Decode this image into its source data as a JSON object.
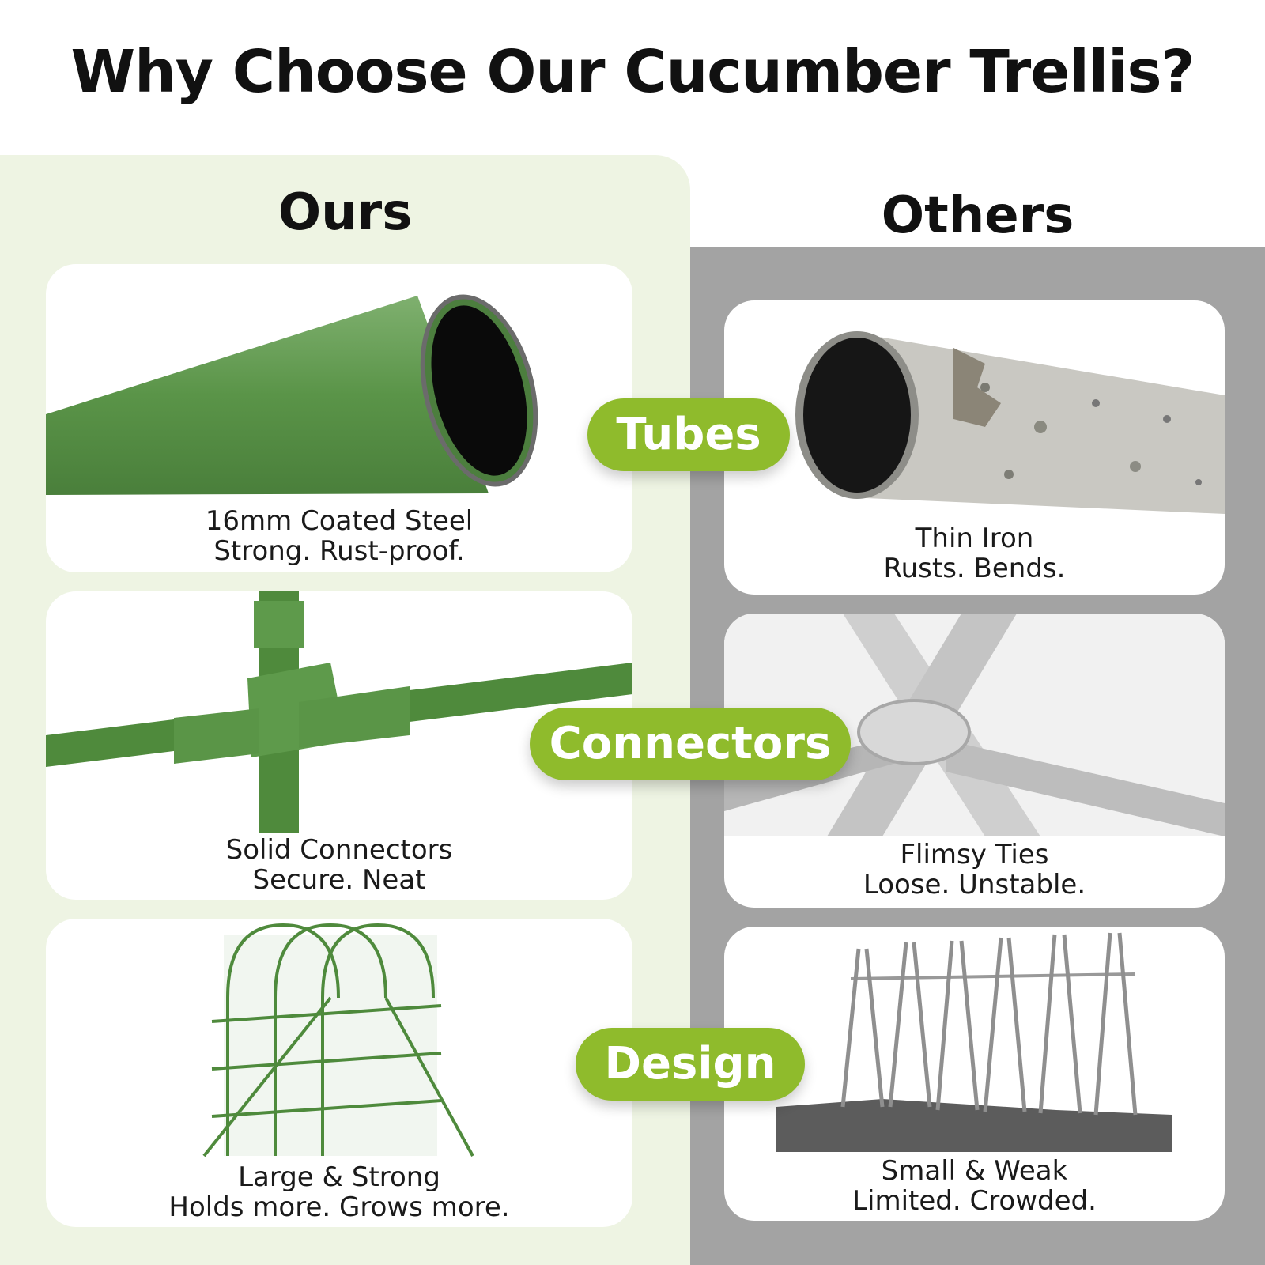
{
  "title": "Why Choose Our Cucumber Trellis?",
  "columns": {
    "ours": "Ours",
    "others": "Others"
  },
  "rows": [
    {
      "label": "Tubes",
      "ours": {
        "line1": "16mm Coated Steel",
        "line2": "Strong. Rust-proof."
      },
      "others": {
        "line1": "Thin Iron",
        "line2": "Rusts. Bends."
      }
    },
    {
      "label": "Connectors",
      "ours": {
        "line1": "Solid Connectors",
        "line2": "Secure. Neat"
      },
      "others": {
        "line1": "Flimsy Ties",
        "line2": "Loose. Unstable."
      }
    },
    {
      "label": "Design",
      "ours": {
        "line1": "Large & Strong",
        "line2": "Holds more. Grows more."
      },
      "others": {
        "line1": "Small & Weak",
        "line2": "Limited. Crowded."
      }
    }
  ],
  "colors": {
    "badge": "#8fbb2c",
    "ours_panel": "#eef4e3",
    "others_panel": "#a3a3a3",
    "trellis_green": "#4f8a3c"
  }
}
